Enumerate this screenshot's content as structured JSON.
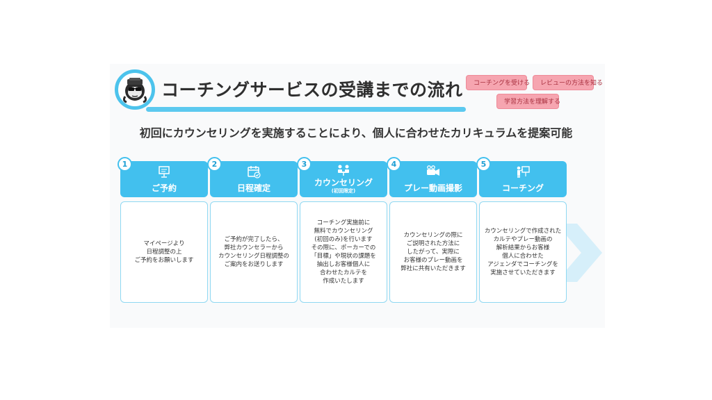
{
  "header": {
    "title": "コーチングサービスの受講までの流れ",
    "subtitle": "初回にカウンセリングを実施することにより、個人に合わせたカリキュラムを提案可能"
  },
  "buttons": {
    "coaching": "コーチングを受ける",
    "review": "レビューの方法を知る",
    "learning": "学習方法を理解する"
  },
  "steps": [
    {
      "num": "1",
      "label": "ご予約",
      "sublabel": "",
      "icon": "presentation-board-icon",
      "body": [
        "マイページより",
        "日程調整の上",
        "ご予約をお願いします"
      ]
    },
    {
      "num": "2",
      "label": "日程確定",
      "sublabel": "",
      "icon": "calendar-check-icon",
      "body": [
        "ご予約が完了したら、",
        "弊社カウンセラーから",
        "カウンセリング日程調整の",
        "ご案内をお送りします"
      ]
    },
    {
      "num": "3",
      "label": "カウンセリング",
      "sublabel": "(初回限定)",
      "icon": "meeting-icon",
      "body": [
        "コーチング実施前に",
        "無料でカウンセリング",
        "(初回のみ)を行います",
        "その際に、ポーカーでの",
        "「目標」や現状の課題を",
        "抽出しお客様個人に",
        "合わせたカルテを",
        "作成いたします"
      ]
    },
    {
      "num": "4",
      "label": "プレー動画撮影",
      "sublabel": "",
      "icon": "video-camera-icon",
      "body": [
        "カウンセリングの際に",
        "ご説明された方法に",
        "したがって、実際に",
        "お客様のプレー動画を",
        "弊社に共有いただきます"
      ]
    },
    {
      "num": "5",
      "label": "コーチング",
      "sublabel": "",
      "icon": "teacher-board-icon",
      "body": [
        "カウンセリングで作成された",
        "カルテやプレー動画の",
        "解析結果からお客様",
        "個人に合わせた",
        "アジェンダでコーチングを",
        "実施させていただきます"
      ]
    }
  ],
  "colors": {
    "accent": "#42c0ee",
    "pill_bg": "#f6a5b0",
    "pill_text": "#a82f3e"
  }
}
